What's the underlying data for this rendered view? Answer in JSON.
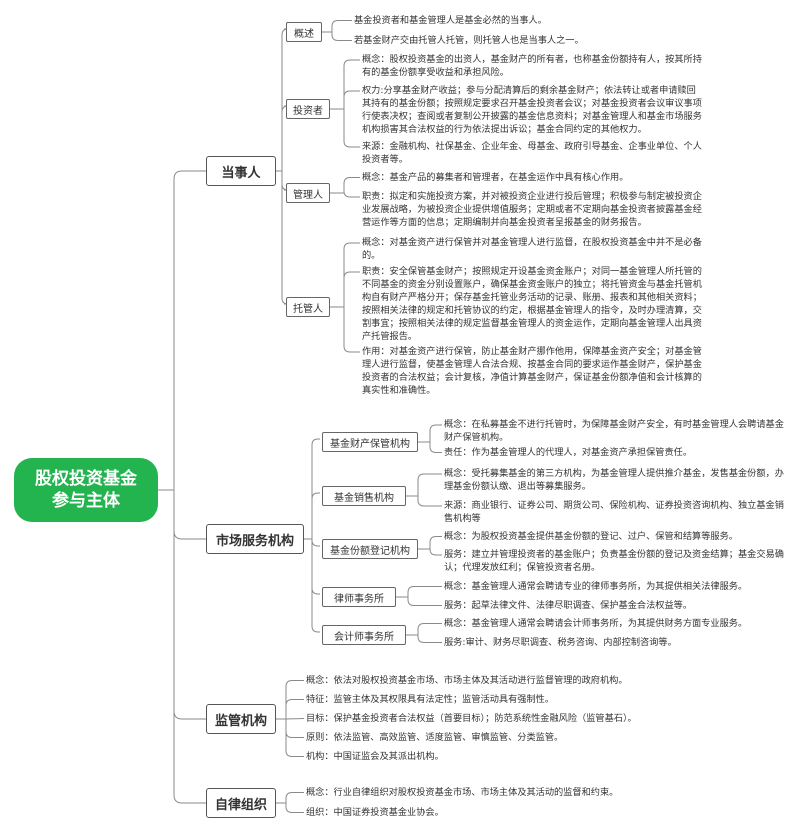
{
  "root": {
    "line1": "股权投资基金",
    "line2": "参与主体"
  },
  "parties": {
    "title": "当事人",
    "overview": {
      "label": "概述",
      "items": [
        "基金投资者和基金管理人是基金必然的当事人。",
        "若基金财产交由托管人托管，则托管人也是当事人之一。"
      ]
    },
    "investor": {
      "label": "投资者",
      "items": [
        "概念：股权投资基金的出资人，基金财产的所有者，也称基金份额持有人，按其所持有的基金份额享受收益和承担风险。",
        "权力:分享基金财产收益；参与分配清算后的剩余基金财产；依法转让或者申请赎回其持有的基金份额；按照规定要求召开基金投资者会议；对基金投资者会议审议事项行使表决权；查阅或者复制公开披露的基金信息资料；对基金管理人和基金市场服务机构损害其合法权益的行为依法提出诉讼；基金合同约定的其他权力。",
        "来源：金融机构、社保基金、企业年金、母基金、政府引导基金、企事业单位、个人投资者等。"
      ]
    },
    "manager": {
      "label": "管理人",
      "items": [
        "概念：基金产品的募集者和管理者，在基金运作中具有核心作用。",
        "职责：拟定和实施投资方案，并对被投资企业进行投后管理；积极参与制定被投资企业发展战略，为被投资企业提供增值服务；定期或者不定期向基金投资者披露基金经营运作等方面的信息；定期编制并向基金投资者呈报基金的财务报告。"
      ]
    },
    "custodian": {
      "label": "托管人",
      "items": [
        "概念：对基金资产进行保管并对基金管理人进行监督，在股权投资基金中并不是必备的。",
        "职责：安全保管基金财产；按照规定开设基金资金账户；对同一基金管理人所托管的不同基金的资金分别设置账户，确保基金资金账户的独立；将托管资金与基金托管机构自有财产严格分开；保存基金托管业务活动的记录、账册、报表和其他相关资料；按照相关法律的规定和托管协议的约定，根据基金管理人的指令，及时办理清算，交割事宜；按照相关法律的规定监督基金管理人的资金运作，定期向基金管理人出具资产托管报告。",
        "作用：对基金资产进行保管，防止基金财产挪作他用，保障基金资产安全；对基金管理人进行监督，使基金管理人合法合规、按基金合同的要求运作基金财产，保护基金投资者的合法权益；会计复核，净值计算基金财产，保证基金份额净值和会计核算的真实性和准确性。"
      ]
    }
  },
  "services": {
    "title": "市场服务机构",
    "custody": {
      "label": "基金财产保管机构",
      "items": [
        "概念：在私募基金不进行托管时，为保障基金财产安全，有时基金管理人会聘请基金财产保管机构。",
        "责任：作为基金管理人的代理人，对基金资产承担保管责任。"
      ]
    },
    "sales": {
      "label": "基金销售机构",
      "items": [
        "概念：受托募集基金的第三方机构，为基金管理人提供推介基金，发售基金份额，办理基金份额认缴、退出等募集服务。",
        "来源：商业银行、证券公司、期货公司、保险机构、证券投资咨询机构、独立基金销售机构等"
      ]
    },
    "registry": {
      "label": "基金份额登记机构",
      "items": [
        "概念：为股权投资基金提供基金份额的登记、过户、保管和结算等服务。",
        "服务：建立并管理投资者的基金账户；负责基金份额的登记及资金结算；基金交易确认；代理发放红利；保管投资者名册。"
      ]
    },
    "law": {
      "label": "律师事务所",
      "items": [
        "概念：基金管理人通常会聘请专业的律师事务所，为其提供相关法律服务。",
        "服务：起草法律文件、法律尽职调查、保护基金合法权益等。"
      ]
    },
    "accounting": {
      "label": "会计师事务所",
      "items": [
        "概念：基金管理人通常会聘请会计师事务所，为其提供财务方面专业服务。",
        "服务:审计、财务尽职调查、税务咨询、内部控制咨询等。"
      ]
    }
  },
  "regulator": {
    "title": "监管机构",
    "items": [
      "概念：依法对股权投资基金市场、市场主体及其活动进行监督管理的政府机构。",
      "特征：监管主体及其权限具有法定性；监管活动具有强制性。",
      "目标：保护基金投资者合法权益（首要目标）；防范系统性金融风险（监管基石）。",
      "原则：依法监管、高效监管、适度监管、审慎监管、分类监管。",
      "机构：中国证监会及其派出机构。"
    ]
  },
  "selfreg": {
    "title": "自律组织",
    "items": [
      "概念：行业自律组织对股权投资基金市场、市场主体及其活动的监督和约束。",
      "组织：中国证券投资基金业协会。"
    ]
  },
  "colors": {
    "root": "#23b34f",
    "line": "#8a8a8a"
  }
}
